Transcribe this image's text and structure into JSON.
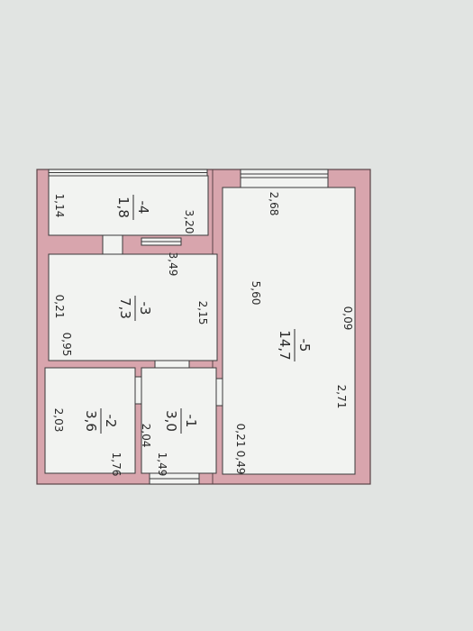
{
  "colors": {
    "paper": "#e1e4e2",
    "wall": "#d8a5ad",
    "wall_edge": "#5a4448",
    "room_fill": "#f2f3f1",
    "line": "#3a3a3a"
  },
  "rooms": [
    {
      "id": "room-4",
      "number": "-4",
      "area": "1,8"
    },
    {
      "id": "room-3",
      "number": "-3",
      "area": "7,3"
    },
    {
      "id": "room-2",
      "number": "-2",
      "area": "3,6"
    },
    {
      "id": "room-1",
      "number": "-1",
      "area": "3,0"
    },
    {
      "id": "room-5",
      "number": "-5",
      "area": "14,7"
    }
  ],
  "dimensions": [
    {
      "id": "d-1-14",
      "text": "1,14"
    },
    {
      "id": "d-3-20",
      "text": "3,20"
    },
    {
      "id": "d-2-68",
      "text": "2,68"
    },
    {
      "id": "d-3-49",
      "text": "3,49"
    },
    {
      "id": "d-0-21-left",
      "text": "0,21"
    },
    {
      "id": "d-2-15",
      "text": "2,15"
    },
    {
      "id": "d-0-95",
      "text": "0,95"
    },
    {
      "id": "d-5-60",
      "text": "5,60"
    },
    {
      "id": "d-0-09",
      "text": "0,09"
    },
    {
      "id": "d-2-71",
      "text": "2,71"
    },
    {
      "id": "d-2-03",
      "text": "2,03"
    },
    {
      "id": "d-2-04",
      "text": "2,04"
    },
    {
      "id": "d-0-21-right",
      "text": "0,21"
    },
    {
      "id": "d-1-76",
      "text": "1,76"
    },
    {
      "id": "d-1-49",
      "text": "1,49"
    },
    {
      "id": "d-0-49",
      "text": "0,49"
    }
  ]
}
